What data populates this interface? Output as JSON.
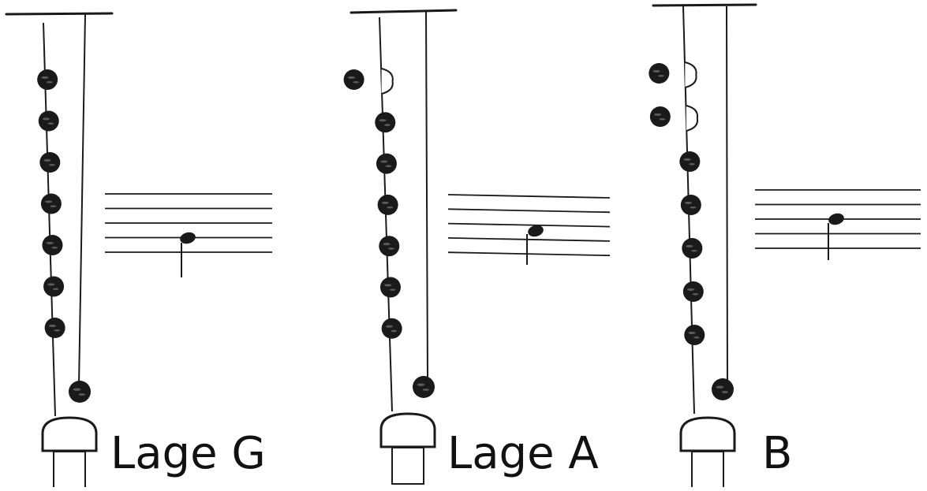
{
  "figures": [
    {
      "label": "Lage G",
      "holes": [
        "closed",
        "closed",
        "closed",
        "closed",
        "closed",
        "closed",
        "closed"
      ],
      "thumb_hole": "closed"
    },
    {
      "label": "Lage A",
      "holes": [
        "open",
        "closed",
        "closed",
        "closed",
        "closed",
        "closed",
        "closed"
      ],
      "thumb_hole": "closed"
    },
    {
      "label": "B",
      "holes": [
        "open",
        "open",
        "closed",
        "closed",
        "closed",
        "closed",
        "closed"
      ],
      "thumb_hole": "closed"
    }
  ],
  "colors": {
    "ink": "#1a1a1a",
    "paper": "#ffffff"
  }
}
